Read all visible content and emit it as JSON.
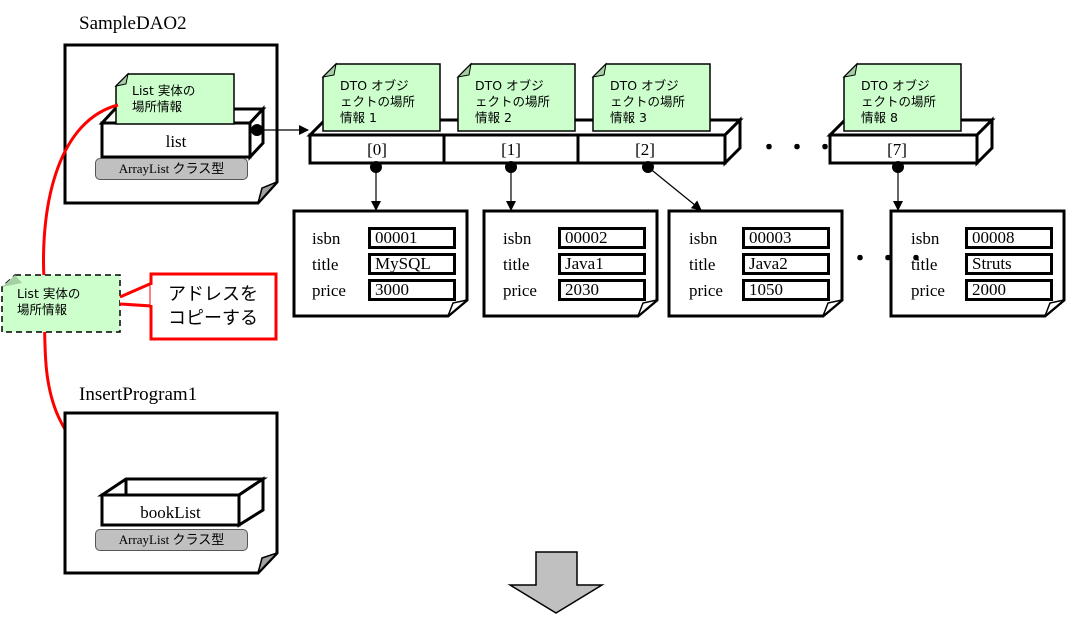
{
  "diagram": {
    "sample_dao": {
      "title": "SampleDAO2",
      "note": "List 実体の\n場所情報",
      "variable": "list",
      "type_badge": "ArrayList クラス型"
    },
    "array": {
      "cells": [
        {
          "index": "[0]",
          "note": "DTO オブジ\nェクトの場所\n情報 1"
        },
        {
          "index": "[1]",
          "note": "DTO オブジ\nェクトの場所\n情報 2"
        },
        {
          "index": "[2]",
          "note": "DTO オブジ\nェクトの場所\n情報 3"
        },
        {
          "index": "[7]",
          "note": "DTO オブジ\nェクトの場所\n情報 8"
        }
      ],
      "ellipsis": "・・・"
    },
    "field_labels": {
      "isbn": "isbn",
      "title": "title",
      "price": "price"
    },
    "dto_objects": [
      {
        "isbn": "00001",
        "title": "MySQL",
        "price": "3000"
      },
      {
        "isbn": "00002",
        "title": "Java1",
        "price": "2030"
      },
      {
        "isbn": "00003",
        "title": "Java2",
        "price": "1050"
      },
      {
        "isbn": "00008",
        "title": "Struts",
        "price": "2000"
      }
    ],
    "dto_ellipsis": "・・・",
    "copied_note": "List 実体の\n場所情報",
    "callout": "アドレスを\nコピーする",
    "insert_program": {
      "title": "InsertProgram1",
      "variable": "bookList",
      "type_badge": "ArrayList クラス型"
    },
    "colors": {
      "note_fill": "#ccffcc",
      "fold_fill": "#a6cfa6",
      "arrow_red": "#ff0000",
      "badge_fill": "#c0c0c0",
      "next_arrow_fill": "#c0c0c0"
    }
  }
}
